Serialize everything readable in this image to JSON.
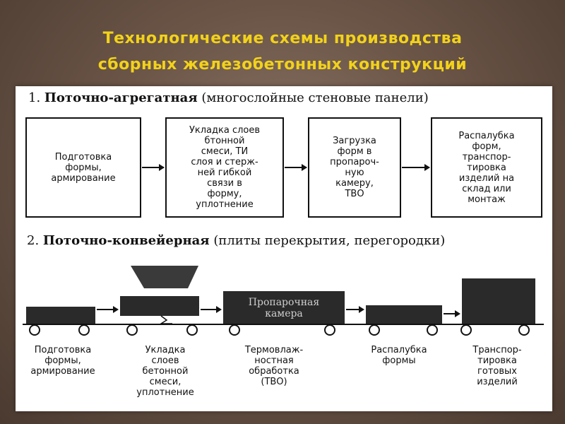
{
  "title": {
    "line1": "Технологические схемы производства",
    "line2": "сборных железобетонных конструкций"
  },
  "section1": {
    "number": "1.",
    "name": "Поточно-агрегатная",
    "note": "(многослойные стеновые панели)",
    "boxes": [
      "Подготовка\nформы,\nармирование",
      "Укладка слоев\nбтонной\nсмеси, ТИ\nслоя и стерж-\nней гибкой\nсвязи в\nформу,\nуплотнение",
      "Загрузка\nформ в\nпропароч-\nную\nкамеру,\nТВО",
      "Распалубка\nформ,\nтранспор-\nтировка\nизделий на\nсклад или\nмонтаж"
    ]
  },
  "section2": {
    "number": "2.",
    "name": "Поточно-конвейерная",
    "note": "(плиты перекрытия, перегородки)",
    "chamber_label": "Пропарочная\nкамера",
    "captions": [
      "Подготовка\nформы,\nармирование",
      "Укладка\nслоев\nбетонной\nсмеси,\nуплотнение",
      "Термовлаж-\nностная\nобработка\n(ТВО)",
      "Распалубка\nформы",
      "Транспор-\nтировка\nготовых\nизделий"
    ]
  },
  "colors": {
    "title": "#f2d21a",
    "wagon": "#2a2a2a",
    "background": "#6b5547"
  }
}
